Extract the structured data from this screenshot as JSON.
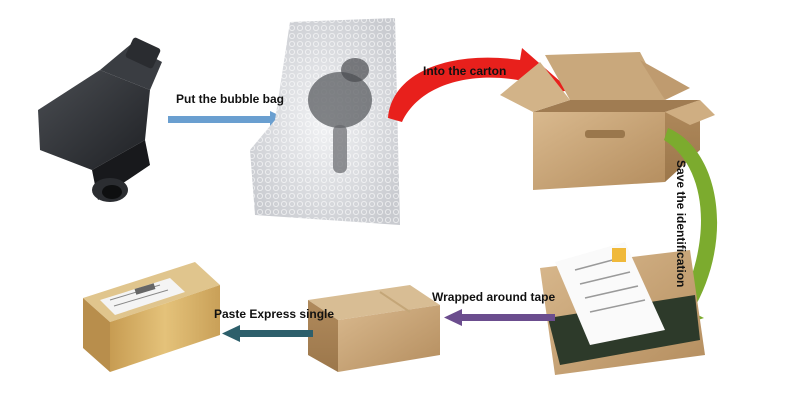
{
  "steps": [
    {
      "id": "coil",
      "label": "Put the bubble bag"
    },
    {
      "id": "bubble-bag",
      "label": "Into the carton"
    },
    {
      "id": "open-carton",
      "label": "Save the identification"
    },
    {
      "id": "carton-with-document",
      "label": "Wrapped around tape"
    },
    {
      "id": "taped-box",
      "label": "Paste Express single"
    },
    {
      "id": "labeled-box",
      "label": ""
    }
  ],
  "colors": {
    "arrow_blue": "#6a9fd0",
    "arrow_red": "#e8201c",
    "arrow_green": "#7cab2e",
    "arrow_purple": "#6b4d8e",
    "arrow_teal": "#2d5f6b",
    "cardboard": "#c8a57a",
    "tape": "#d8b46a"
  }
}
